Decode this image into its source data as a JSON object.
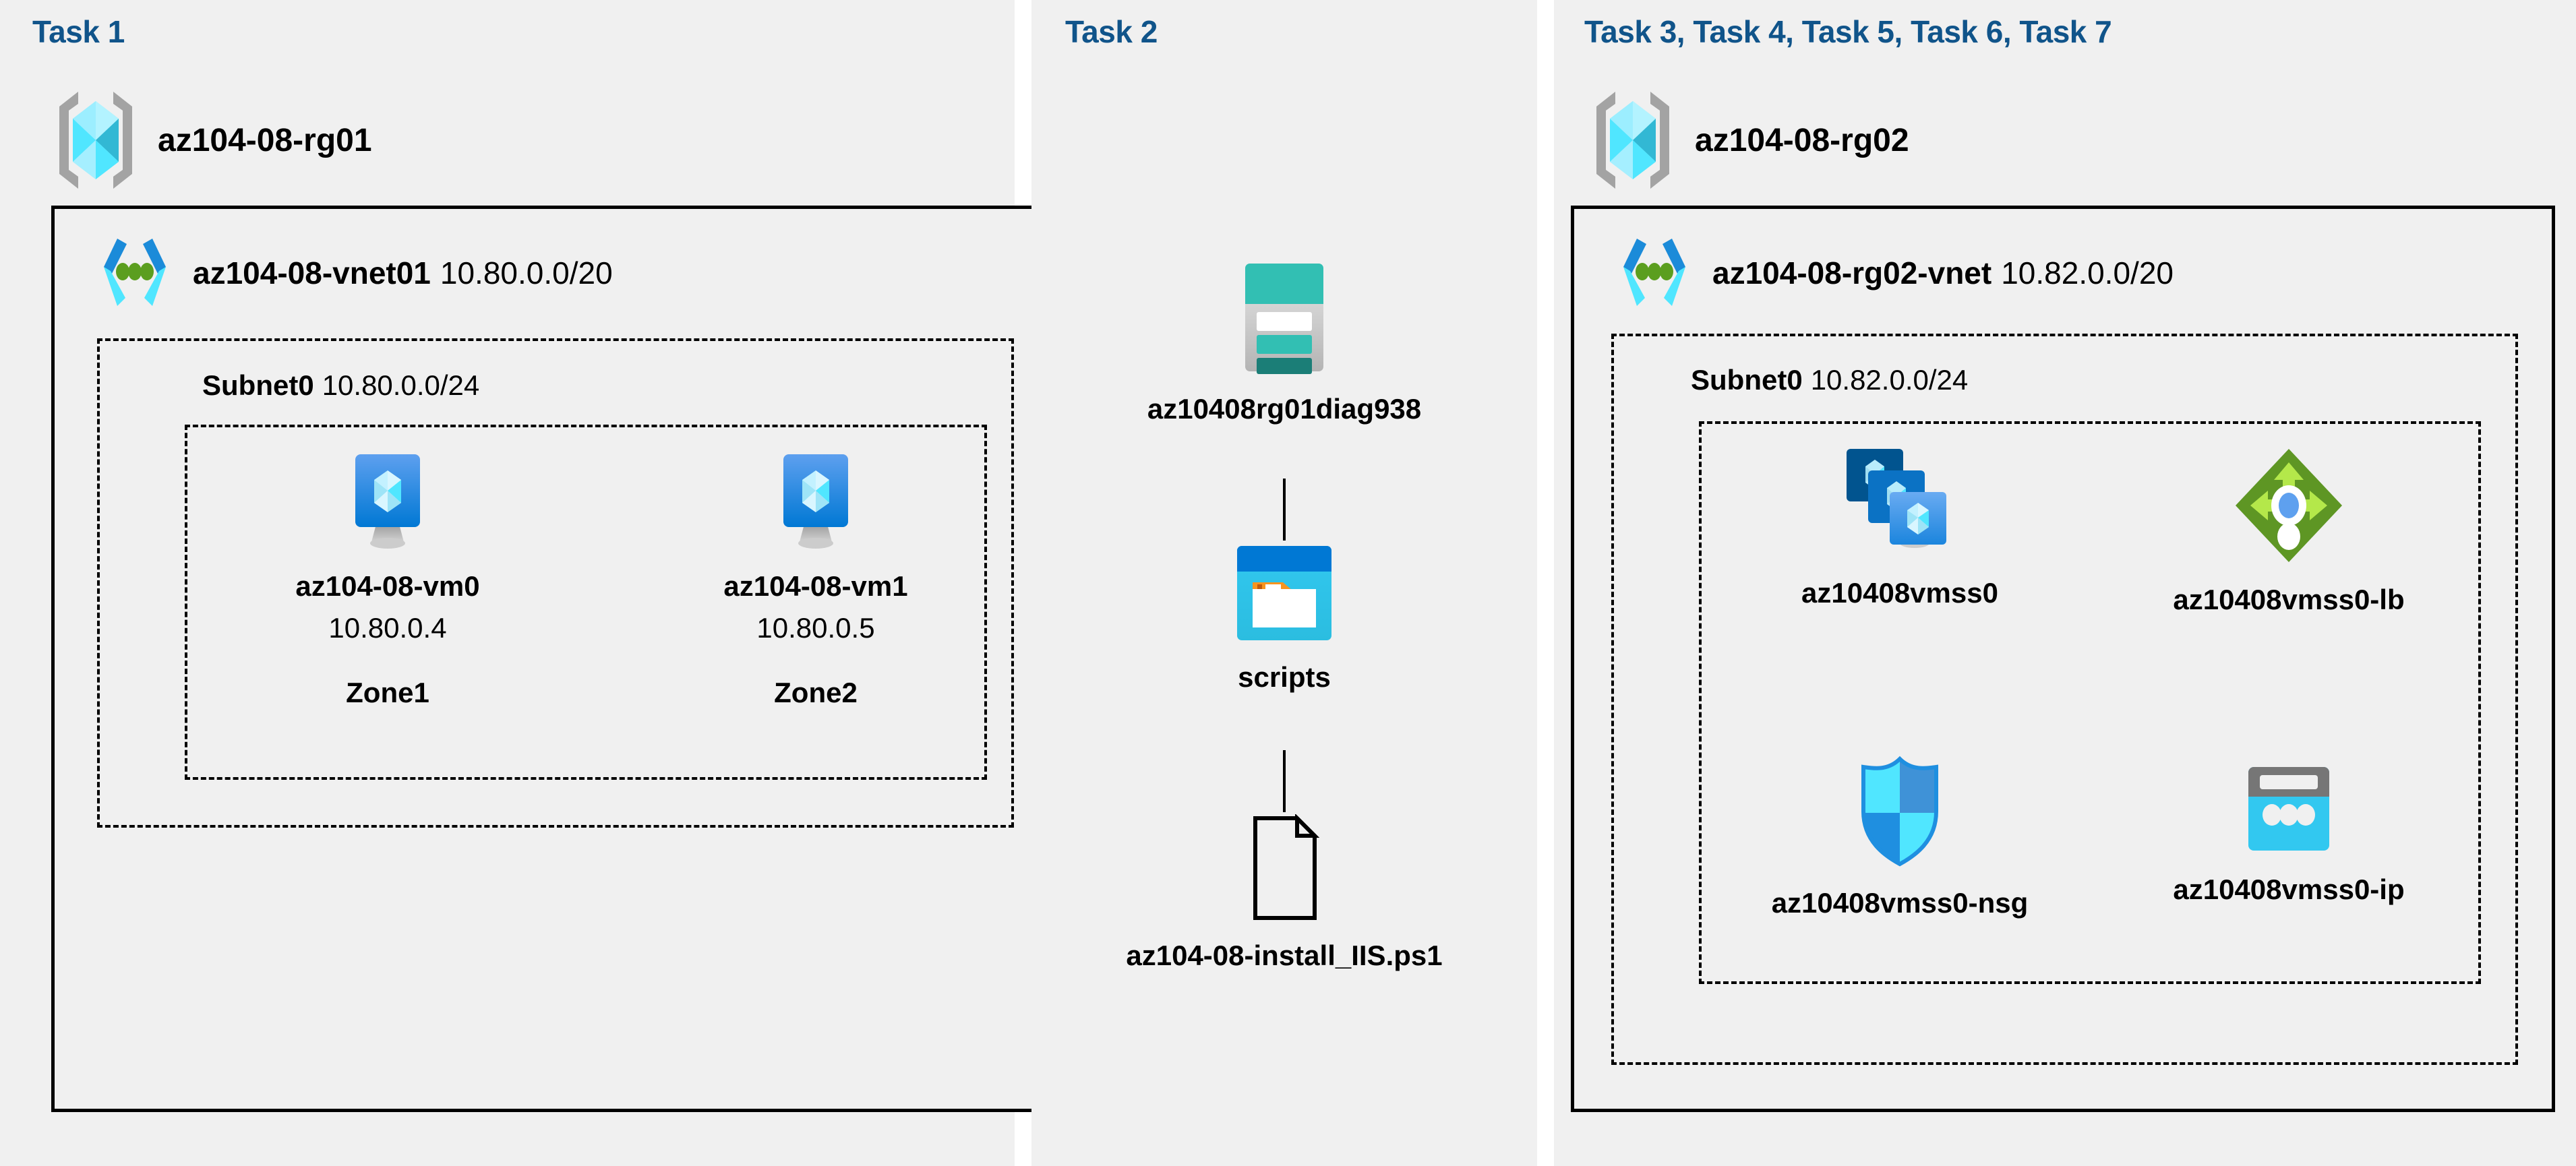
{
  "panels": [
    {
      "label": "Task 1"
    },
    {
      "label": "Task 2"
    },
    {
      "label": "Task 3, Task 4, Task 5, Task 6, Task 7"
    }
  ],
  "task1": {
    "resource_group": {
      "name": "az104-08-rg01",
      "icon": "resource-group-icon"
    },
    "vnet": {
      "name": "az104-08-vnet01",
      "cidr": "10.80.0.0/20",
      "icon": "virtual-network-icon"
    },
    "subnet": {
      "name": "Subnet0",
      "cidr": "10.80.0.0/24"
    },
    "vms": [
      {
        "name": "az104-08-vm0",
        "ip": "10.80.0.4",
        "zone": "Zone1",
        "icon": "virtual-machine-icon"
      },
      {
        "name": "az104-08-vm1",
        "ip": "10.80.0.5",
        "zone": "Zone2",
        "icon": "virtual-machine-icon"
      }
    ]
  },
  "task2": {
    "items": [
      {
        "name": "az10408rg01diag938",
        "icon": "storage-account-icon"
      },
      {
        "name": "scripts",
        "icon": "blob-container-icon"
      },
      {
        "name": "az104-08-install_IIS.ps1",
        "icon": "script-file-icon"
      }
    ]
  },
  "task3": {
    "resource_group": {
      "name": "az104-08-rg02",
      "icon": "resource-group-icon"
    },
    "vnet": {
      "name": "az104-08-rg02-vnet",
      "cidr": "10.82.0.0/20",
      "icon": "virtual-network-icon"
    },
    "subnet": {
      "name": "Subnet0",
      "cidr": "10.82.0.0/24"
    },
    "resources": [
      {
        "name": "az10408vmss0",
        "icon": "vm-scale-set-icon"
      },
      {
        "name": "az10408vmss0-lb",
        "icon": "load-balancer-icon"
      },
      {
        "name": "az10408vmss0-nsg",
        "icon": "network-security-group-icon"
      },
      {
        "name": "az10408vmss0-ip",
        "icon": "public-ip-address-icon"
      }
    ]
  },
  "colors": {
    "panel_background": "#f0f0f0",
    "task_label": "#10548a",
    "border": "#000000",
    "azure_blue": "#0078d4",
    "azure_cyan": "#50e6ff",
    "storage_teal": "#32bfb3",
    "lb_green": "#76bc2d",
    "nsg_blue": "#32b2f0"
  }
}
